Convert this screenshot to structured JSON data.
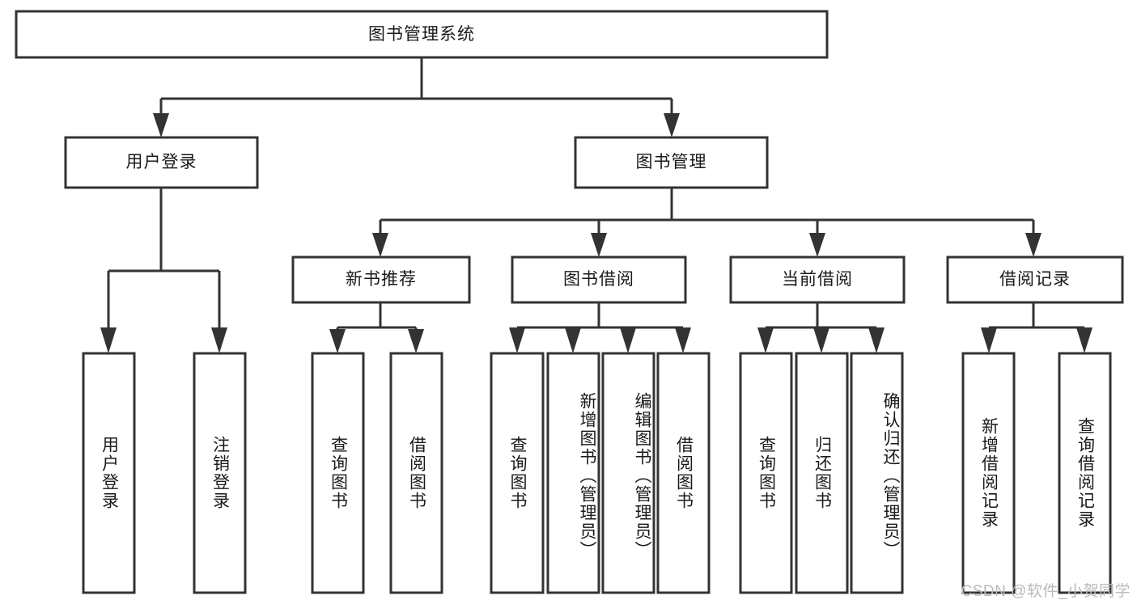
{
  "diagram": {
    "type": "tree-hierarchy",
    "title": "图书管理系统",
    "watermark": "CSDN @软件_小贺同学",
    "colors": {
      "background": "#ffffff",
      "box_fill": "#ffffff",
      "box_stroke": "#333333",
      "text": "#1a1a1a",
      "watermark": "#b9b9b9"
    },
    "levels": {
      "level1": [
        {
          "id": "root",
          "label": "图书管理系统",
          "orientation": "horizontal"
        }
      ],
      "level2": [
        {
          "id": "user-login",
          "label": "用户登录",
          "orientation": "horizontal",
          "parent": "root"
        },
        {
          "id": "book-manage",
          "label": "图书管理",
          "orientation": "horizontal",
          "parent": "root"
        }
      ],
      "level3": [
        {
          "id": "new-book-rec",
          "label": "新书推荐",
          "orientation": "horizontal",
          "parent": "book-manage"
        },
        {
          "id": "book-borrow",
          "label": "图书借阅",
          "orientation": "horizontal",
          "parent": "book-manage"
        },
        {
          "id": "current-borrow",
          "label": "当前借阅",
          "orientation": "horizontal",
          "parent": "book-manage"
        },
        {
          "id": "borrow-record",
          "label": "借阅记录",
          "orientation": "horizontal",
          "parent": "book-manage"
        }
      ],
      "level4": [
        {
          "id": "leaf-user-login",
          "label": "用户登录",
          "orientation": "vertical",
          "parent": "user-login"
        },
        {
          "id": "leaf-user-logout",
          "label": "注销登录",
          "orientation": "vertical",
          "parent": "user-login"
        },
        {
          "id": "leaf-rec-query",
          "label": "查询图书",
          "orientation": "vertical",
          "parent": "new-book-rec"
        },
        {
          "id": "leaf-rec-borrow",
          "label": "借阅图书",
          "orientation": "vertical",
          "parent": "new-book-rec"
        },
        {
          "id": "leaf-borrow-query",
          "label": "查询图书",
          "orientation": "vertical",
          "parent": "book-borrow"
        },
        {
          "id": "leaf-borrow-add",
          "label": "新增图书（管理员）",
          "orientation": "vertical",
          "parent": "book-borrow"
        },
        {
          "id": "leaf-borrow-edit",
          "label": "编辑图书（管理员）",
          "orientation": "vertical",
          "parent": "book-borrow"
        },
        {
          "id": "leaf-borrow-lend",
          "label": "借阅图书",
          "orientation": "vertical",
          "parent": "book-borrow"
        },
        {
          "id": "leaf-cur-query",
          "label": "查询图书",
          "orientation": "vertical",
          "parent": "current-borrow"
        },
        {
          "id": "leaf-cur-return",
          "label": "归还图书",
          "orientation": "vertical",
          "parent": "current-borrow"
        },
        {
          "id": "leaf-cur-confirm",
          "label": "确认归还（管理员）",
          "orientation": "vertical",
          "parent": "current-borrow"
        },
        {
          "id": "leaf-rec-add",
          "label": "新增借阅记录",
          "orientation": "vertical",
          "parent": "borrow-record"
        },
        {
          "id": "leaf-rec-search",
          "label": "查询借阅记录",
          "orientation": "vertical",
          "parent": "borrow-record"
        }
      ]
    }
  }
}
